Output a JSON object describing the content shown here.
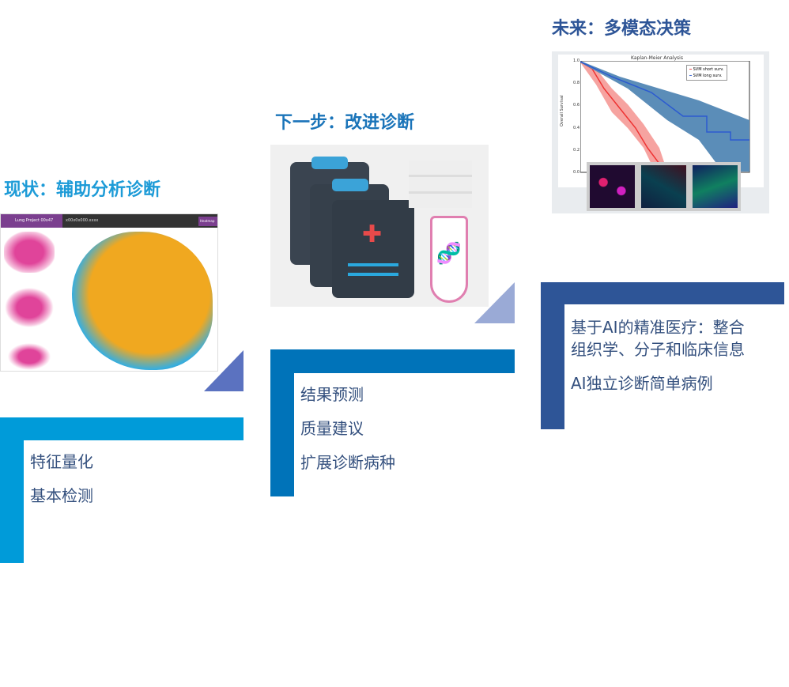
{
  "colors": {
    "step1": "#009bd9",
    "step2": "#0073b9",
    "step3": "#2e5597",
    "tri1": "#5b72c0",
    "tri2": "#9aaad6"
  },
  "stages": [
    {
      "heading": "现状：辅助分析诊断",
      "items": [
        "特征量化",
        "基本检测"
      ],
      "screenshot": {
        "project": "Lung Project 00x47",
        "file": "x00x0x000.xxxx",
        "button": "Heatmap"
      }
    },
    {
      "heading": "下一步：改进诊断",
      "items": [
        "结果预测",
        "质量建议",
        "扩展诊断病种"
      ]
    },
    {
      "heading": "未来：多模态决策",
      "items": [
        "基于AI的精准医疗：整合",
        "组织学、分子和临床信息",
        "AI独立诊断简单病例"
      ],
      "chart": {
        "title": "Kaplan-Meier Analysis",
        "ylabel": "Overall Survival",
        "legend": [
          "SVM short surv.",
          "SVM long surv."
        ],
        "yticks": [
          "1.0",
          "0.8",
          "0.6",
          "0.4",
          "0.2",
          "0.0"
        ]
      }
    }
  ]
}
